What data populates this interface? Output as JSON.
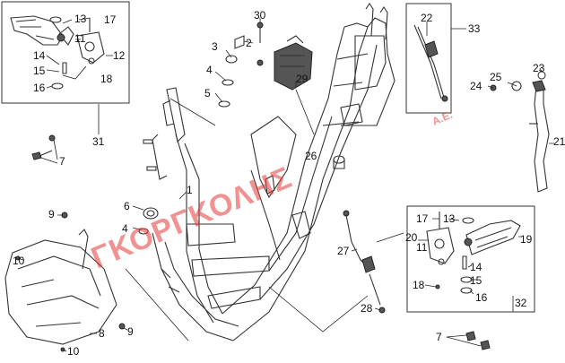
{
  "diagram": {
    "watermark": "ΓΚΟΡΓΚΟΛΗΣ",
    "watermark_suffix": "Α.Ε.",
    "callouts": [
      "1",
      "2",
      "3",
      "4",
      "5",
      "6",
      "7",
      "8",
      "9",
      "10",
      "11",
      "12",
      "13",
      "14",
      "15",
      "16",
      "17",
      "18",
      "19",
      "20",
      "21",
      "22",
      "23",
      "24",
      "25",
      "26",
      "27",
      "28",
      "29",
      "30",
      "31",
      "32",
      "33"
    ],
    "labels": {
      "c1": "1",
      "c2": "2",
      "c3": "3",
      "c4a": "4",
      "c4b": "4",
      "c5": "5",
      "c6": "6",
      "c7a": "7",
      "c7b": "7",
      "c8": "8",
      "c9a": "9",
      "c9b": "9",
      "c10a": "10",
      "c10b": "10",
      "c11a": "11",
      "c12a": "12",
      "c13a": "13",
      "c13b": "13",
      "c14a": "14",
      "c14b": "14",
      "c15a": "15",
      "c15b": "15",
      "c16a": "16",
      "c16b": "16",
      "c17a": "17",
      "c17b": "17",
      "c18a": "18",
      "c18b": "18",
      "c19": "19",
      "c20": "20",
      "c21": "21",
      "c22": "22",
      "c23": "23",
      "c24": "24",
      "c25": "25",
      "c26": "26",
      "c27": "27",
      "c28": "28",
      "c29": "29",
      "c30": "30",
      "c31": "31",
      "c32": "32",
      "c33": "33"
    }
  }
}
